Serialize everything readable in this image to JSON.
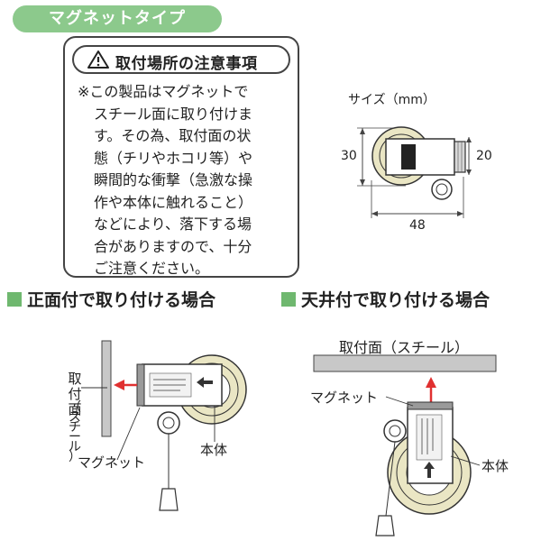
{
  "header": {
    "tag": "マグネットタイプ"
  },
  "caution": {
    "title": "取付場所の注意事項",
    "lines": [
      "※この製品はマグネットで",
      "スチール面に取り付けま",
      "す。その為、取付面の状",
      "態（チリやホコリ等）や",
      "瞬間的な衝撃（急激な操",
      "作や本体に触れること）",
      "などにより、落下する場",
      "合がありますので、十分",
      "ご注意ください。"
    ]
  },
  "size": {
    "label": "サイズ（mm）",
    "height": "30",
    "depth": "20",
    "width": "48"
  },
  "sections": {
    "front": {
      "title": "正面付で取り付ける場合"
    },
    "ceiling": {
      "title": "天井付で取り付ける場合"
    }
  },
  "front_diagram": {
    "surface_label_lines": [
      "取",
      "付",
      "面",
      "（",
      "ス",
      "チ",
      "ー",
      "ル",
      "）"
    ],
    "magnet_label": "マグネット",
    "body_label": "本体"
  },
  "ceiling_diagram": {
    "surface_label": "取付面（スチール）",
    "magnet_label": "マグネット",
    "body_label": "本体"
  },
  "colors": {
    "tag_bg": "#8cc98c",
    "section_square": "#6fb86f",
    "arrow": "#e03030",
    "reel": "#eae6c4",
    "steel": "#c8c8c8"
  }
}
